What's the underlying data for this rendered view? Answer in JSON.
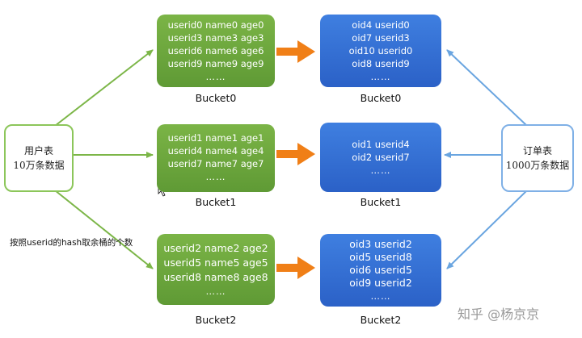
{
  "users_table": {
    "line1": "用户表",
    "line2": "10万条数据"
  },
  "orders_table": {
    "line1": "订单表",
    "line2": "1000万条数据"
  },
  "note": "按照userid的hash取余桶的个数",
  "watermark": "知乎 @杨京京",
  "user_buckets": [
    {
      "label": "Bucket0",
      "rows": [
        "userid0 name0  age0",
        "userid3 name3  age3",
        "userid6 name6  age6",
        "userid9 name9  age9",
        "……"
      ]
    },
    {
      "label": "Bucket1",
      "rows": [
        "userid1 name1  age1",
        "userid4 name4  age4",
        "userid7 name7  age7",
        "……"
      ]
    },
    {
      "label": "Bucket2",
      "rows": [
        "userid2 name2  age2",
        "userid5 name5  age5",
        "userid8 name8  age8",
        "……"
      ]
    }
  ],
  "order_buckets": [
    {
      "label": "Bucket0",
      "rows": [
        "oid4  userid0",
        "oid7  userid3",
        "oid10  userid0",
        "oid8  userid9",
        "……"
      ]
    },
    {
      "label": "Bucket1",
      "rows": [
        "oid1  userid4",
        "oid2  userid7",
        "……"
      ]
    },
    {
      "label": "Bucket2",
      "rows": [
        "oid3  userid2",
        "oid5  userid8",
        "oid6  userid5",
        "oid9  userid2",
        "……"
      ]
    }
  ],
  "colors": {
    "green_box": "#6aa63c",
    "blue_box": "#3470d6",
    "orange_arrow": "#f07f17",
    "green_line": "#7cb648",
    "blue_line": "#6aa5e0"
  }
}
